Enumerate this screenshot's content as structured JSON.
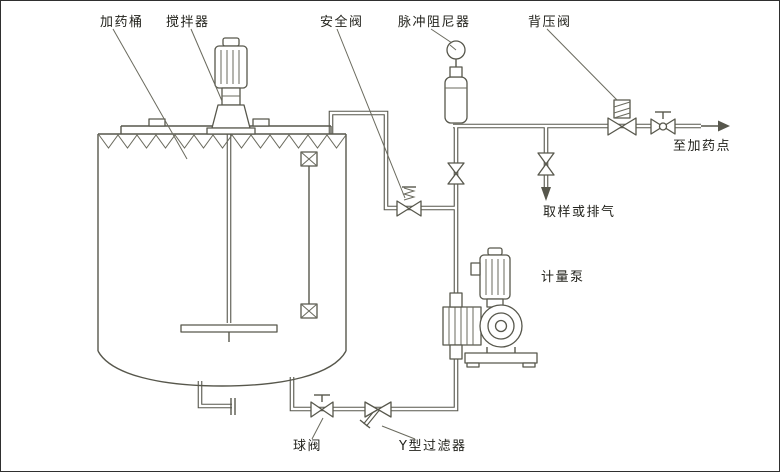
{
  "diagram": {
    "type": "piping-and-instrumentation-diagram",
    "system": "chemical dosing (metering pump) skid",
    "labels": {
      "tank": "加药桶",
      "agitator": "搅拌器",
      "safety_valve": "安全阀",
      "pulse_damper": "脉冲阻尼器",
      "back_pressure_valve": "背压阀",
      "to_dosing_point": "至加药点",
      "sample_or_vent": "取样或排气",
      "metering_pump": "计量泵",
      "ball_valve": "球阀",
      "y_strainer": "Y型过滤器"
    },
    "colors": {
      "line": "#57574c",
      "text": "#23231d",
      "background": "#ffffff"
    }
  }
}
